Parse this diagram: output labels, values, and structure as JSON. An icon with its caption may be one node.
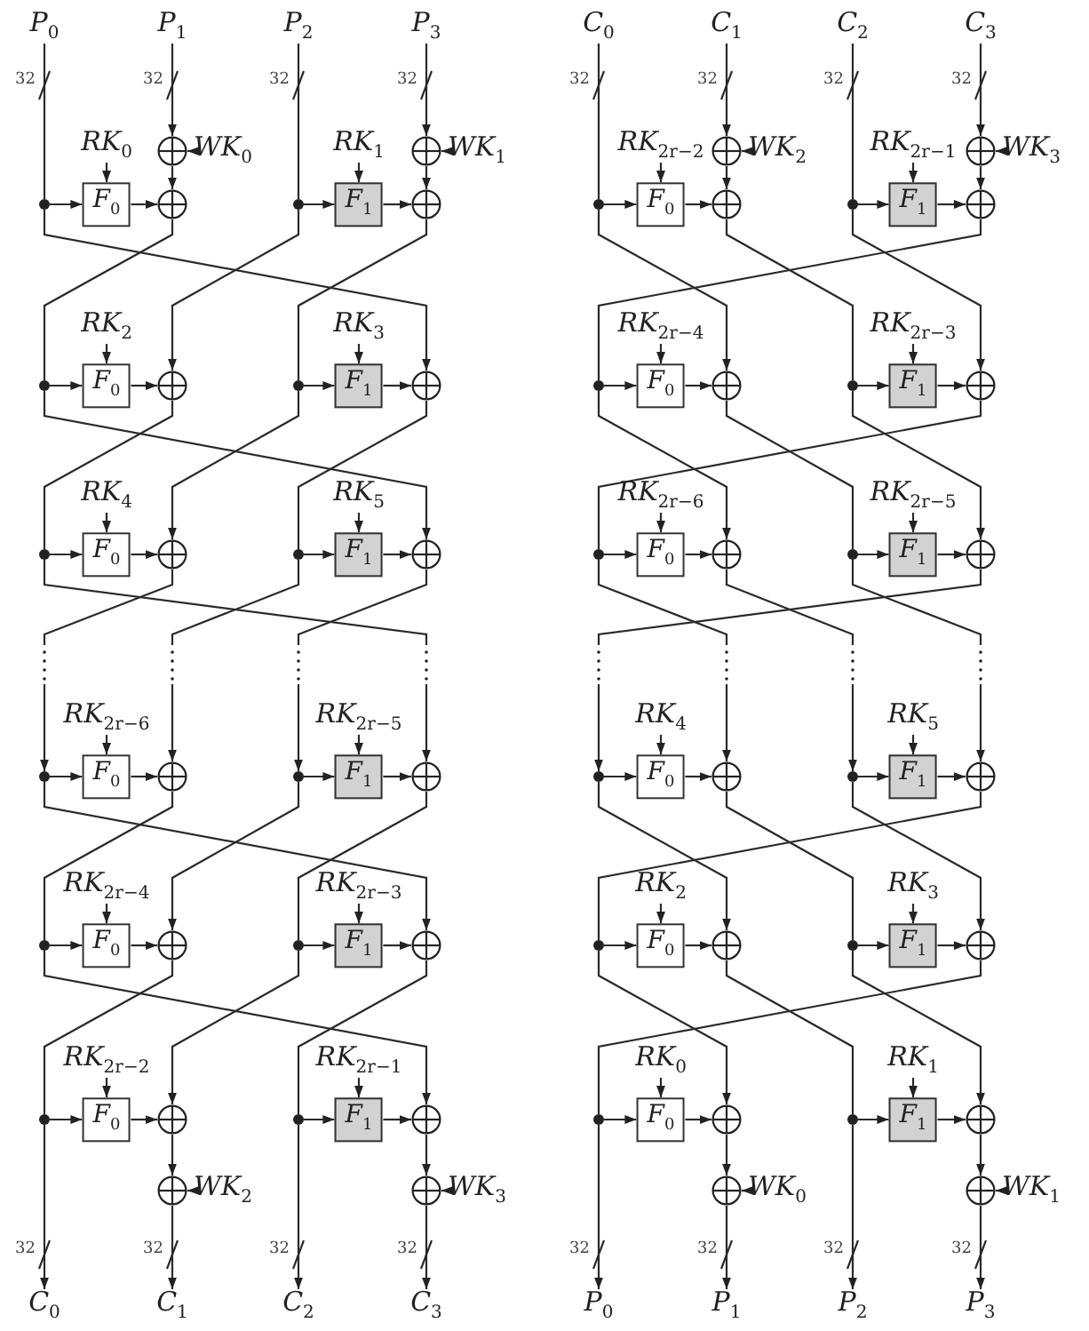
{
  "diagram": {
    "nodes": [
      {
        "text": [
          "P$_{0}$"
        ],
        "beside": [
          "32"
        ]
      },
      {
        "text": [
          "P$_{1}$"
        ],
        "beside": [
          "32"
        ]
      },
      {
        "text": [
          "P$_{2}$"
        ],
        "beside": [
          "32"
        ]
      },
      {
        "text": [
          "P$_{3}$"
        ],
        "beside": [
          "32"
        ]
      },
      {
        "text": [
          "WK$_{0}$"
        ]
      },
      {
        "text": [
          "WK$_{1}$"
        ]
      },
      {
        "text": [],
        "shape": "circle"
      },
      {
        "text": [],
        "shape": "circle"
      },
      {
        "text": [
          "RK$_{0}$"
        ]
      },
      {
        "text": [
          "RK$_{1}$"
        ]
      },
      {
        "text": [],
        "shape": "dot"
      },
      {
        "text": [
          "F$_{0}$"
        ]
      },
      {
        "text": [],
        "shape": "circle"
      },
      {
        "text": [],
        "shape": "dot"
      },
      {
        "text": [
          "F$_{1}$"
        ]
      },
      {
        "text": [],
        "shape": "circle"
      },
      {
        "text": [
          "RK$_{2}$"
        ]
      },
      {
        "text": [
          "RK$_{3}$"
        ]
      },
      {
        "text": [],
        "shape": "dot"
      },
      {
        "text": [
          "F$_{0}$"
        ]
      },
      {
        "text": [],
        "shape": "circle"
      },
      {
        "text": [],
        "shape": "dot"
      },
      {
        "text": [
          "F$_{1}$"
        ]
      },
      {
        "text": [],
        "shape": "circle"
      },
      {
        "text": [
          "RK$_{4}$"
        ]
      },
      {
        "text": [
          "RK$_{5}$"
        ]
      },
      {
        "text": [],
        "shape": "dot"
      },
      {
        "text": [
          "F$_{0}$"
        ]
      },
      {
        "text": [],
        "shape": "circle"
      },
      {
        "text": [],
        "shape": "dot"
      },
      {
        "text": [
          "F$_{1}$"
        ]
      },
      {
        "text": [],
        "shape": "circle"
      },
      {
        "text": [
          "RK$_{2r−6}$"
        ]
      },
      {
        "text": [
          "RK$_{2r−5}$"
        ]
      },
      {
        "text": [],
        "shape": "dot"
      },
      {
        "text": [
          "F$_{0}$"
        ]
      },
      {
        "text": [],
        "shape": "circle"
      },
      {
        "text": [],
        "shape": "dot"
      },
      {
        "text": [
          "F$_{1}$"
        ]
      },
      {
        "text": [],
        "shape": "circle"
      },
      {
        "text": [
          "RK$_{2r−4}$"
        ]
      },
      {
        "text": [
          "RK$_{2r−3}$"
        ]
      },
      {
        "text": [],
        "shape": "dot"
      },
      {
        "text": [
          "F$_{0}$"
        ]
      },
      {
        "text": [],
        "shape": "circle"
      },
      {
        "text": [],
        "shape": "dot"
      },
      {
        "text": [
          "F$_{1}$"
        ]
      },
      {
        "text": [],
        "shape": "circle"
      },
      {
        "text": [
          "RK$_{2r−2}$"
        ]
      },
      {
        "text": [
          "RK$_{2r−1}$"
        ]
      },
      {
        "text": [],
        "shape": "dot"
      },
      {
        "text": [
          "F$_{0}$"
        ]
      },
      {
        "text": [],
        "shape": "circle"
      },
      {
        "text": [],
        "shape": "dot"
      },
      {
        "text": [
          "F$_{1}$"
        ]
      },
      {
        "text": [],
        "shape": "circle"
      },
      {
        "text": [],
        "shape": "circle"
      },
      {
        "text": [],
        "shape": "circle"
      },
      {
        "text": [
          "WK$_{2}$"
        ]
      },
      {
        "text": [
          "WK$_{3}$"
        ]
      },
      {
        "text": [
          "C$_{0}$"
        ],
        "beside": [
          "32"
        ]
      },
      {
        "text": [
          "C$_{1}$"
        ],
        "beside": [
          "32"
        ]
      },
      {
        "text": [
          "C$_{2}$"
        ],
        "beside": [
          "32"
        ]
      },
      {
        "text": [
          "C$_{3}$"
        ],
        "beside": [
          "32"
        ]
      },
      {
        "text": [
          "C$_{0}$"
        ],
        "beside": [
          "32"
        ]
      },
      {
        "text": [
          "C$_{1}$"
        ],
        "beside": [
          "32"
        ]
      },
      {
        "text": [
          "C$_{2}$"
        ],
        "beside": [
          "32"
        ]
      },
      {
        "text": [
          "C$_{3}$"
        ],
        "beside": [
          "32"
        ]
      },
      {
        "text": [
          "WK$_{2}$"
        ]
      },
      {
        "text": [
          "WK$_{3}$"
        ]
      },
      {
        "text": [],
        "shape": "circle"
      },
      {
        "text": [],
        "shape": "circle"
      },
      {
        "text": [
          "RK$_{2r−2}$"
        ]
      },
      {
        "text": [
          "RK$_{2r−1}$"
        ]
      },
      {
        "text": [],
        "shape": "dot"
      },
      {
        "text": [
          "F$_{0}$"
        ]
      },
      {
        "text": [],
        "shape": "circle"
      },
      {
        "text": [],
        "shape": "dot"
      },
      {
        "text": [
          "F$_{1}$"
        ]
      },
      {
        "text": [],
        "shape": "circle"
      },
      {
        "text": [
          "RK$_{2r−4}$"
        ]
      },
      {
        "text": [
          "RK$_{2r−3}$"
        ]
      },
      {
        "text": [],
        "shape": "dot"
      },
      {
        "text": [
          "F$_{0}$"
        ]
      },
      {
        "text": [],
        "shape": "circle"
      },
      {
        "text": [],
        "shape": "dot"
      },
      {
        "text": [
          "F$_{1}$"
        ]
      },
      {
        "text": [],
        "shape": "circle"
      },
      {
        "text": [
          "RK$_{2r−6}$"
        ]
      },
      {
        "text": [
          "RK$_{2r−5}$"
        ]
      },
      {
        "text": [],
        "shape": "dot"
      },
      {
        "text": [
          "F$_{0}$"
        ]
      },
      {
        "text": [],
        "shape": "circle"
      },
      {
        "text": [],
        "shape": "dot"
      },
      {
        "text": [
          "F$_{1}$"
        ]
      },
      {
        "text": [],
        "shape": "circle"
      },
      {
        "text": [
          "RK$_{4}$"
        ]
      },
      {
        "text": [
          "RK$_{5}$"
        ]
      },
      {
        "text": [],
        "shape": "dot"
      },
      {
        "text": [
          "F$_{0}$"
        ]
      },
      {
        "text": [],
        "shape": "circle"
      },
      {
        "text": [],
        "shape": "dot"
      },
      {
        "text": [
          "F$_{1}$"
        ]
      },
      {
        "text": [],
        "shape": "circle"
      },
      {
        "text": [
          "RK$_{2}$"
        ]
      },
      {
        "text": [
          "RK$_{3}$"
        ]
      },
      {
        "text": [],
        "shape": "dot"
      },
      {
        "text": [
          "F$_{0}$"
        ]
      },
      {
        "text": [],
        "shape": "circle"
      },
      {
        "text": [],
        "shape": "dot"
      },
      {
        "text": [
          "F$_{1}$"
        ]
      },
      {
        "text": [],
        "shape": "circle"
      },
      {
        "text": [
          "RK$_{0}$"
        ]
      },
      {
        "text": [
          "RK$_{1}$"
        ]
      },
      {
        "text": [],
        "shape": "dot"
      },
      {
        "text": [
          "F$_{0}$"
        ]
      },
      {
        "text": [],
        "shape": "circle"
      },
      {
        "text": [],
        "shape": "dot"
      },
      {
        "text": [
          "F$_{1}$"
        ]
      },
      {
        "text": [],
        "shape": "circle"
      },
      {
        "text": [],
        "shape": "circle"
      },
      {
        "text": [],
        "shape": "circle"
      },
      {
        "text": [
          "WK$_{0}$"
        ]
      },
      {
        "text": [
          "WK$_{1}$"
        ]
      },
      {
        "text": [
          "P$_{0}$"
        ],
        "beside": [
          "32"
        ]
      },
      {
        "text": [
          "P$_{1}$"
        ],
        "beside": [
          "32"
        ]
      },
      {
        "text": [
          "P$_{2}$"
        ],
        "beside": [
          "32"
        ]
      },
      {
        "text": [
          "P$_{3}$"
        ],
        "beside": [
          "32"
        ]
      }
    ],
    "edges": [
      {
        "from": 0,
        "to": 10,
        "arrow": "none"
      },
      {
        "from": 1,
        "to": 6,
        "arrow": "to"
      },
      {
        "from": 2,
        "to": 13,
        "arrow": "none"
      },
      {
        "from": 3,
        "to": 7,
        "arrow": "to"
      },
      {
        "from": 4,
        "to": 6,
        "arrow": "to"
      },
      {
        "from": 5,
        "to": 7,
        "arrow": "to"
      },
      {
        "from": 6,
        "to": 12,
        "arrow": "to"
      },
      {
        "from": 7,
        "to": 15,
        "arrow": "to"
      },
      {
        "from": 8,
        "to": 11,
        "arrow": "to"
      },
      {
        "from": 9,
        "to": 14,
        "arrow": "to"
      },
      {
        "from": 10,
        "to": 11,
        "arrow": "to"
      },
      {
        "from": 11,
        "to": 12,
        "arrow": "to"
      },
      {
        "from": 13,
        "to": 14,
        "arrow": "to"
      },
      {
        "from": 14,
        "to": 15,
        "arrow": "to"
      },
      {
        "from": 10,
        "to": 23,
        "arrow": "to"
      },
      {
        "from": 12,
        "to": 18,
        "arrow": "none"
      },
      {
        "from": 13,
        "to": 20,
        "arrow": "to"
      },
      {
        "from": 15,
        "to": 21,
        "arrow": "none"
      },
      {
        "from": 16,
        "to": 19,
        "arrow": "to"
      },
      {
        "from": 17,
        "to": 22,
        "arrow": "to"
      },
      {
        "from": 18,
        "to": 19,
        "arrow": "to"
      },
      {
        "from": 19,
        "to": 20,
        "arrow": "to"
      },
      {
        "from": 21,
        "to": 22,
        "arrow": "to"
      },
      {
        "from": 22,
        "to": 23,
        "arrow": "to"
      },
      {
        "from": 18,
        "to": 31,
        "arrow": "to"
      },
      {
        "from": 20,
        "to": 26,
        "arrow": "none"
      },
      {
        "from": 21,
        "to": 28,
        "arrow": "to"
      },
      {
        "from": 23,
        "to": 29,
        "arrow": "none"
      },
      {
        "from": 24,
        "to": 27,
        "arrow": "to"
      },
      {
        "from": 25,
        "to": 30,
        "arrow": "to"
      },
      {
        "from": 26,
        "to": 27,
        "arrow": "to"
      },
      {
        "from": 27,
        "to": 28,
        "arrow": "to"
      },
      {
        "from": 29,
        "to": 30,
        "arrow": "to"
      },
      {
        "from": 30,
        "to": 31,
        "arrow": "to"
      },
      {
        "from": 26,
        "to": 39,
        "arrow": "to"
      },
      {
        "from": 28,
        "to": 34,
        "arrow": "to"
      },
      {
        "from": 29,
        "to": 36,
        "arrow": "to"
      },
      {
        "from": 31,
        "to": 37,
        "arrow": "to"
      },
      {
        "from": 32,
        "to": 35,
        "arrow": "to"
      },
      {
        "from": 33,
        "to": 38,
        "arrow": "to"
      },
      {
        "from": 34,
        "to": 35,
        "arrow": "to"
      },
      {
        "from": 35,
        "to": 36,
        "arrow": "to"
      },
      {
        "from": 37,
        "to": 38,
        "arrow": "to"
      },
      {
        "from": 38,
        "to": 39,
        "arrow": "to"
      },
      {
        "from": 34,
        "to": 47,
        "arrow": "to"
      },
      {
        "from": 36,
        "to": 42,
        "arrow": "none"
      },
      {
        "from": 37,
        "to": 44,
        "arrow": "to"
      },
      {
        "from": 39,
        "to": 45,
        "arrow": "none"
      },
      {
        "from": 40,
        "to": 43,
        "arrow": "to"
      },
      {
        "from": 41,
        "to": 46,
        "arrow": "to"
      },
      {
        "from": 42,
        "to": 43,
        "arrow": "to"
      },
      {
        "from": 43,
        "to": 44,
        "arrow": "to"
      },
      {
        "from": 45,
        "to": 46,
        "arrow": "to"
      },
      {
        "from": 46,
        "to": 47,
        "arrow": "to"
      },
      {
        "from": 42,
        "to": 55,
        "arrow": "to"
      },
      {
        "from": 44,
        "to": 50,
        "arrow": "none"
      },
      {
        "from": 45,
        "to": 52,
        "arrow": "to"
      },
      {
        "from": 47,
        "to": 53,
        "arrow": "none"
      },
      {
        "from": 48,
        "to": 51,
        "arrow": "to"
      },
      {
        "from": 49,
        "to": 54,
        "arrow": "to"
      },
      {
        "from": 50,
        "to": 51,
        "arrow": "to"
      },
      {
        "from": 51,
        "to": 52,
        "arrow": "to"
      },
      {
        "from": 53,
        "to": 54,
        "arrow": "to"
      },
      {
        "from": 54,
        "to": 55,
        "arrow": "to"
      },
      {
        "from": 50,
        "to": 60,
        "arrow": "to"
      },
      {
        "from": 52,
        "to": 56,
        "arrow": "to"
      },
      {
        "from": 53,
        "to": 62,
        "arrow": "to"
      },
      {
        "from": 55,
        "to": 57,
        "arrow": "to"
      },
      {
        "from": 56,
        "to": 61,
        "arrow": "to"
      },
      {
        "from": 57,
        "to": 63,
        "arrow": "to"
      },
      {
        "from": 58,
        "to": 56,
        "arrow": "to"
      },
      {
        "from": 59,
        "to": 57,
        "arrow": "to"
      },
      {
        "from": 64,
        "to": 74,
        "arrow": "none"
      },
      {
        "from": 65,
        "to": 70,
        "arrow": "to"
      },
      {
        "from": 66,
        "to": 77,
        "arrow": "none"
      },
      {
        "from": 67,
        "to": 71,
        "arrow": "to"
      },
      {
        "from": 68,
        "to": 70,
        "arrow": "to"
      },
      {
        "from": 69,
        "to": 71,
        "arrow": "to"
      },
      {
        "from": 70,
        "to": 76,
        "arrow": "to"
      },
      {
        "from": 71,
        "to": 79,
        "arrow": "to"
      },
      {
        "from": 72,
        "to": 75,
        "arrow": "to"
      },
      {
        "from": 73,
        "to": 78,
        "arrow": "to"
      },
      {
        "from": 74,
        "to": 75,
        "arrow": "to"
      },
      {
        "from": 75,
        "to": 76,
        "arrow": "to"
      },
      {
        "from": 77,
        "to": 78,
        "arrow": "to"
      },
      {
        "from": 78,
        "to": 79,
        "arrow": "to"
      },
      {
        "from": 79,
        "to": 82,
        "arrow": "none"
      },
      {
        "from": 74,
        "to": 84,
        "arrow": "to"
      },
      {
        "from": 76,
        "to": 85,
        "arrow": "none"
      },
      {
        "from": 77,
        "to": 87,
        "arrow": "to"
      },
      {
        "from": 80,
        "to": 83,
        "arrow": "to"
      },
      {
        "from": 81,
        "to": 86,
        "arrow": "to"
      },
      {
        "from": 82,
        "to": 83,
        "arrow": "to"
      },
      {
        "from": 83,
        "to": 84,
        "arrow": "to"
      },
      {
        "from": 85,
        "to": 86,
        "arrow": "to"
      },
      {
        "from": 86,
        "to": 87,
        "arrow": "to"
      },
      {
        "from": 87,
        "to": 90,
        "arrow": "none"
      },
      {
        "from": 82,
        "to": 92,
        "arrow": "to"
      },
      {
        "from": 84,
        "to": 93,
        "arrow": "none"
      },
      {
        "from": 85,
        "to": 95,
        "arrow": "to"
      },
      {
        "from": 88,
        "to": 91,
        "arrow": "to"
      },
      {
        "from": 89,
        "to": 94,
        "arrow": "to"
      },
      {
        "from": 90,
        "to": 91,
        "arrow": "to"
      },
      {
        "from": 91,
        "to": 92,
        "arrow": "to"
      },
      {
        "from": 93,
        "to": 94,
        "arrow": "to"
      },
      {
        "from": 94,
        "to": 95,
        "arrow": "to"
      },
      {
        "from": 95,
        "to": 98,
        "arrow": "to"
      },
      {
        "from": 90,
        "to": 100,
        "arrow": "to"
      },
      {
        "from": 92,
        "to": 101,
        "arrow": "to"
      },
      {
        "from": 93,
        "to": 103,
        "arrow": "to"
      },
      {
        "from": 96,
        "to": 99,
        "arrow": "to"
      },
      {
        "from": 97,
        "to": 102,
        "arrow": "to"
      },
      {
        "from": 98,
        "to": 99,
        "arrow": "to"
      },
      {
        "from": 99,
        "to": 100,
        "arrow": "to"
      },
      {
        "from": 101,
        "to": 102,
        "arrow": "to"
      },
      {
        "from": 102,
        "to": 103,
        "arrow": "to"
      },
      {
        "from": 103,
        "to": 106,
        "arrow": "none"
      },
      {
        "from": 98,
        "to": 108,
        "arrow": "to"
      },
      {
        "from": 100,
        "to": 109,
        "arrow": "none"
      },
      {
        "from": 101,
        "to": 111,
        "arrow": "to"
      },
      {
        "from": 104,
        "to": 107,
        "arrow": "to"
      },
      {
        "from": 105,
        "to": 110,
        "arrow": "to"
      },
      {
        "from": 106,
        "to": 107,
        "arrow": "to"
      },
      {
        "from": 107,
        "to": 108,
        "arrow": "to"
      },
      {
        "from": 109,
        "to": 110,
        "arrow": "to"
      },
      {
        "from": 110,
        "to": 111,
        "arrow": "to"
      },
      {
        "from": 111,
        "to": 114,
        "arrow": "none"
      },
      {
        "from": 106,
        "to": 116,
        "arrow": "to"
      },
      {
        "from": 108,
        "to": 117,
        "arrow": "none"
      },
      {
        "from": 109,
        "to": 119,
        "arrow": "to"
      },
      {
        "from": 112,
        "to": 115,
        "arrow": "to"
      },
      {
        "from": 113,
        "to": 118,
        "arrow": "to"
      },
      {
        "from": 114,
        "to": 115,
        "arrow": "to"
      },
      {
        "from": 115,
        "to": 116,
        "arrow": "to"
      },
      {
        "from": 117,
        "to": 118,
        "arrow": "to"
      },
      {
        "from": 118,
        "to": 119,
        "arrow": "to"
      },
      {
        "from": 114,
        "to": 124,
        "arrow": "to"
      },
      {
        "from": 116,
        "to": 120,
        "arrow": "to"
      },
      {
        "from": 117,
        "to": 126,
        "arrow": "to"
      },
      {
        "from": 119,
        "to": 121,
        "arrow": "to"
      },
      {
        "from": 120,
        "to": 125,
        "arrow": "to"
      },
      {
        "from": 121,
        "to": 127,
        "arrow": "to"
      },
      {
        "from": 122,
        "to": 120,
        "arrow": "to"
      },
      {
        "from": 123,
        "to": 121,
        "arrow": "to"
      }
    ]
  }
}
